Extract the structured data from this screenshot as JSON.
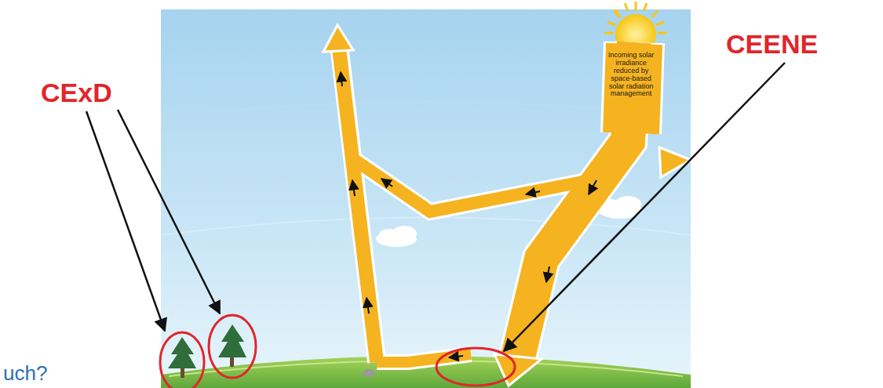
{
  "diagram": {
    "labels": [
      "CExD",
      "CEENE",
      "Incoming solar irradiance reduced by space-based solar radiation management",
      "uch?"
    ]
  }
}
